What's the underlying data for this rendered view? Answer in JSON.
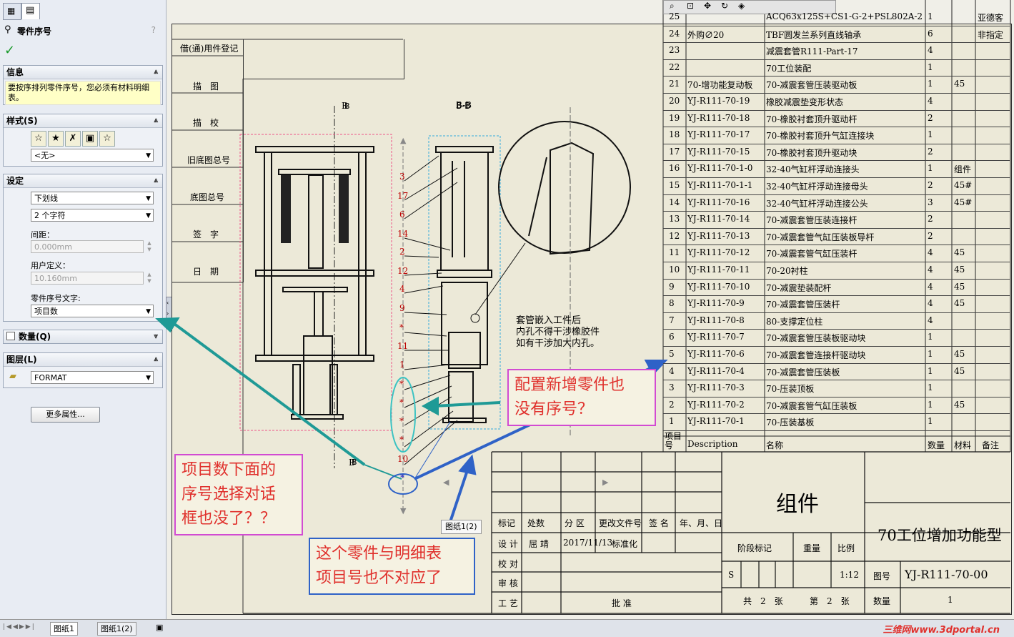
{
  "panel": {
    "title": "零件序号",
    "help": "?",
    "info_header": "信息",
    "info_text": "要按序排列零件序号，您必须有材料明细表。",
    "style_header": "样式(S)",
    "style_value": "<无>",
    "settings_header": "设定",
    "style_select": "下划线",
    "size_select": "2 个字符",
    "spacing_label": "间距：",
    "spacing_value": "0.000mm",
    "user_label": "用户定义：",
    "user_value": "10.160mm",
    "text_label": "零件序号文字:",
    "text_value": "项目数",
    "quantity_header": "数量(Q)",
    "layer_header": "图层(L)",
    "layer_value": "FORMAT",
    "more_button": "更多属性..."
  },
  "drawing": {
    "left_strip": [
      "借(通)用件登记",
      "描　图",
      "描　校",
      "旧底图总号",
      "底图总号",
      "签　字",
      "日　期"
    ],
    "section_top": "B",
    "section_bottom": "B",
    "view_label": "B-B",
    "note": [
      "套管嵌入工件后",
      "内孔不得干涉橡胶件",
      "如有干涉加大内孔。"
    ],
    "balloons": [
      "3",
      "17",
      "6",
      "14",
      "2",
      "12",
      "4",
      "9",
      "*",
      "11",
      "1",
      "*",
      "*",
      "*",
      "*",
      "10",
      "*"
    ],
    "tooltip": "图纸1(2)"
  },
  "annotations": {
    "a1": [
      "配置新增零件也",
      "没有序号？"
    ],
    "a2": [
      "项目数下面的",
      "序号选择对话",
      "框也没了？？"
    ],
    "a3": [
      "这个零件与明细表",
      "项目号也不对应了"
    ]
  },
  "bom": {
    "rows": [
      [
        "25",
        "",
        "ACQ63x125S+CS1-G-2+PSL802A-2",
        "1",
        "",
        "亚德客"
      ],
      [
        "24",
        "外购∅20",
        "TBF圆发兰系列直线轴承",
        "6",
        "",
        "非指定"
      ],
      [
        "23",
        "",
        "减震套管R111-Part-17",
        "4",
        "",
        ""
      ],
      [
        "22",
        "",
        "70工位装配",
        "1",
        "",
        ""
      ],
      [
        "21",
        "70-增功能复动板",
        "70-减震套管压装驱动板",
        "1",
        "45",
        ""
      ],
      [
        "20",
        "YJ-R111-70-19",
        "橡胶减震垫变形状态",
        "4",
        "",
        ""
      ],
      [
        "19",
        "YJ-R111-70-18",
        "70-橡胶衬套顶升驱动杆",
        "2",
        "",
        ""
      ],
      [
        "18",
        "YJ-R111-70-17",
        "70-橡胶衬套顶升气缸连接块",
        "1",
        "",
        ""
      ],
      [
        "17",
        "YJ-R111-70-15",
        "70-橡胶衬套顶升驱动块",
        "2",
        "",
        ""
      ],
      [
        "16",
        "YJ-R111-70-1-0",
        "32-40气缸杆浮动连接头",
        "1",
        "组件",
        ""
      ],
      [
        "15",
        "YJ-R111-70-1-1",
        "32-40气缸杆浮动连接母头",
        "2",
        "45#",
        ""
      ],
      [
        "14",
        "YJ-R111-70-16",
        "32-40气缸杆浮动连接公头",
        "3",
        "45#",
        ""
      ],
      [
        "13",
        "YJ-R111-70-14",
        "70-减震套管压装连接杆",
        "2",
        "",
        ""
      ],
      [
        "12",
        "YJ-R111-70-13",
        "70-减震套管气缸压装板导杆",
        "2",
        "",
        ""
      ],
      [
        "11",
        "YJ-R111-70-12",
        "70-减震套管气缸压装杆",
        "4",
        "45",
        ""
      ],
      [
        "10",
        "YJ-R111-70-11",
        "70-20衬柱",
        "4",
        "45",
        ""
      ],
      [
        "9",
        "YJ-R111-70-10",
        "70-减震垫装配杆",
        "4",
        "45",
        ""
      ],
      [
        "8",
        "YJ-R111-70-9",
        "70-减震套管压装杆",
        "4",
        "45",
        ""
      ],
      [
        "7",
        "YJ-R111-70-8",
        "80-支撑定位柱",
        "4",
        "",
        ""
      ],
      [
        "6",
        "YJ-R111-70-7",
        "70-减震套管压装板驱动块",
        "1",
        "",
        ""
      ],
      [
        "5",
        "YJ-R111-70-6",
        "70-减震套管连接杆驱动块",
        "1",
        "45",
        ""
      ],
      [
        "4",
        "YJ-R111-70-4",
        "70-减震套管压装板",
        "1",
        "45",
        ""
      ],
      [
        "3",
        "YJ-R111-70-3",
        "70-压装顶板",
        "1",
        "",
        ""
      ],
      [
        "2",
        "YJ-R111-70-2",
        "70-减震套管气缸压装板",
        "1",
        "45",
        ""
      ],
      [
        "1",
        "YJ-R111-70-1",
        "70-压装基板",
        "1",
        "",
        ""
      ]
    ],
    "header": [
      "项目号",
      "Description",
      "名称",
      "数量",
      "材料",
      "备注"
    ]
  },
  "title_block": {
    "name": "组件",
    "product": "70工位增加功能型",
    "drawing_no_label": "图号",
    "drawing_no": "YJ-R111-70-00",
    "scale_label": "比例",
    "scale": "1:12",
    "weight_label": "重量",
    "stage_label": "阶段标记",
    "stage_s": "S",
    "sheets": "共　2　张",
    "sheet_no": "第　2　张",
    "qty_label": "数量",
    "qty": "1",
    "headers": [
      "标记",
      "处数",
      "分 区",
      "更改文件号",
      "签 名",
      "年、月、日"
    ],
    "design_label": "设 计",
    "designer": "屈 靖",
    "date": "2017/11/13",
    "std_label": "标准化",
    "check_label": "校 对",
    "review_label": "审 核",
    "process_label": "工 艺",
    "approve_label": "批 准"
  },
  "status": {
    "tabs": [
      "图纸1",
      "图纸1(2)"
    ],
    "watermark": "三维网www.3dportal.cn"
  },
  "colors": {
    "accent_red": "#e0302c",
    "accent_blue": "#2f62c7",
    "teal_arrow": "#1f9a96",
    "magenta_box": "#d24bd2"
  }
}
